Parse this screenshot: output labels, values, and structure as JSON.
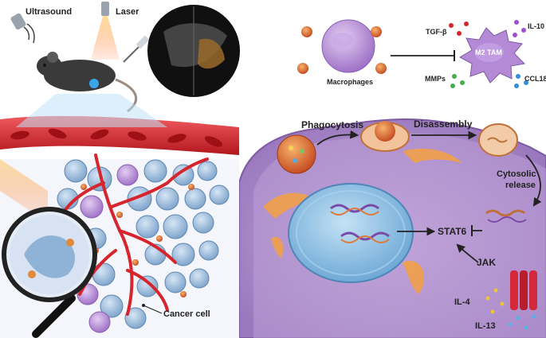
{
  "labels": {
    "ultrasound": "Ultrasound",
    "laser": "Laser",
    "macrophages": "Macrophages",
    "m2_tam": "M2 TAM",
    "tgf_b": "TGF-β",
    "il_10": "IL-10",
    "mmps": "MMPs",
    "ccl18": "CCL18",
    "phagocytosis": "Phagocytosis",
    "disassembly": "Disassembly",
    "cytosolic_release": [
      "Cytosolic",
      "release"
    ],
    "stat6": "STAT6",
    "jak": "JAK",
    "il_4": "IL-4",
    "il_13": "IL-13",
    "cancer_cell": "Cancer cell"
  },
  "colors": {
    "cell_body": "#a98ac6",
    "cell_cytoplasm": "#b79bd1",
    "nucleus": "#8ec3e6",
    "vessel": "#d6252c",
    "tumor_cell": "#8fb3d6",
    "m2_tam": "#b48ad6",
    "macrophage": "#b98fd9",
    "mitochondria": "#f2a03a",
    "ultrasound_image": "#1a1a1a"
  },
  "icons": [
    "ultrasound-probe-icon",
    "laser-device-icon",
    "mouse-icon",
    "syringe-icon",
    "magnifier-icon",
    "receptor-channel-icon"
  ]
}
